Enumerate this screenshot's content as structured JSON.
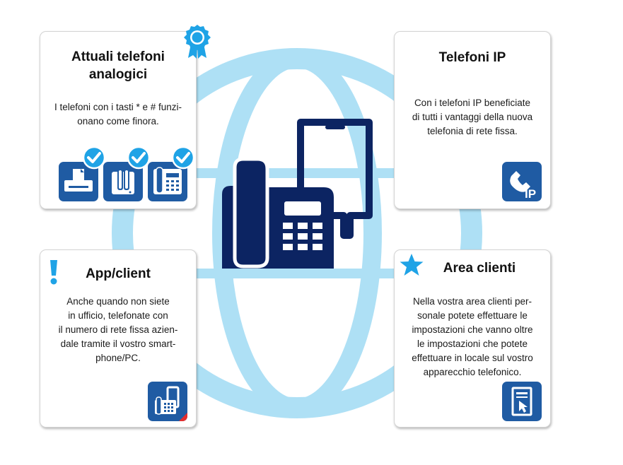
{
  "colors": {
    "globe": "#aee0f5",
    "navy": "#0c2462",
    "icon_blue": "#1f5ba3",
    "accent_blue": "#1fa3e6"
  },
  "cards": {
    "analog": {
      "title": "Attuali telefoni analogici",
      "text": "I telefoni con i tasti * e # funzi-\nonano come finora.",
      "badge_icon": "award-ribbon-icon",
      "device_icons": [
        "fax-machine-icon",
        "cordless-phone-icon",
        "desk-phone-icon"
      ],
      "check_icon": "check-mark-icon"
    },
    "ip": {
      "title": "Telefoni IP",
      "text": "Con i telefoni IP beneficiate\ndi tutti i vantaggi della nuova\ntelefonia di rete fissa.",
      "icon": "ip-phone-icon",
      "icon_label": "IP"
    },
    "app": {
      "title": "App/client",
      "text": "Anche quando non siete\nin ufficio, telefonate con\nil numero di rete fissa azien-\ndale tramite il vostro  smart-\nphone/PC.",
      "badge_icon": "exclamation-icon",
      "icon": "phone-and-smartphone-icon"
    },
    "area": {
      "title": "Area clienti",
      "text": "Nella vostra area clienti per-\nsonale potete effettuare le\nimpostazioni che vanno oltre\nle impostazioni che potete\neffettuare in locale sul vostro\napparecchio telefonico.",
      "badge_icon": "star-icon",
      "icon": "document-cursor-icon"
    }
  },
  "center": {
    "icon": "desk-phone-with-smartphone-icon"
  }
}
